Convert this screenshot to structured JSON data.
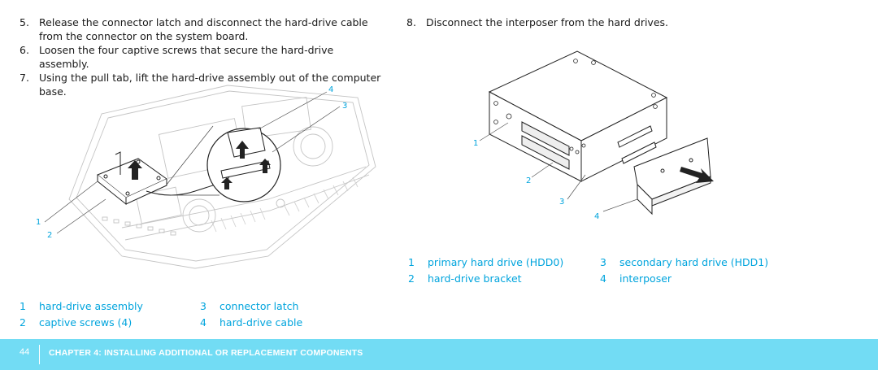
{
  "left_steps": [
    {
      "num": "5.",
      "text": "Release the connector latch and disconnect the hard-drive cable from the connector on the system board."
    },
    {
      "num": "6.",
      "text": "Loosen the four captive screws that secure the hard-drive assembly."
    },
    {
      "num": "7.",
      "text": "Using the pull tab, lift the hard-drive assembly out of the computer base."
    }
  ],
  "right_steps": [
    {
      "num": "8.",
      "text": "Disconnect the interposer from the hard drives."
    }
  ],
  "figure_left": {
    "callouts": [
      "4",
      "3",
      "1",
      "2"
    ]
  },
  "figure_right": {
    "callouts": [
      "1",
      "2",
      "3",
      "4"
    ]
  },
  "legend_left": [
    {
      "num": "1",
      "label": "hard-drive assembly",
      "num2": "3",
      "label2": "connector latch"
    },
    {
      "num": "2",
      "label": "captive screws (4)",
      "num2": "4",
      "label2": "hard-drive cable"
    }
  ],
  "legend_right": [
    {
      "num": "1",
      "label": "primary hard drive (HDD0)",
      "num2": "3",
      "label2": "secondary hard drive (HDD1)"
    },
    {
      "num": "2",
      "label": "hard-drive bracket",
      "num2": "4",
      "label2": "interposer"
    }
  ],
  "footer": {
    "page": "44",
    "chapter": "CHAPTER 4: INSTALLING ADDITIONAL OR REPLACEMENT COMPONENTS"
  },
  "colors": {
    "accent": "#00a4dd",
    "footer_bg": "#72dcf4"
  }
}
